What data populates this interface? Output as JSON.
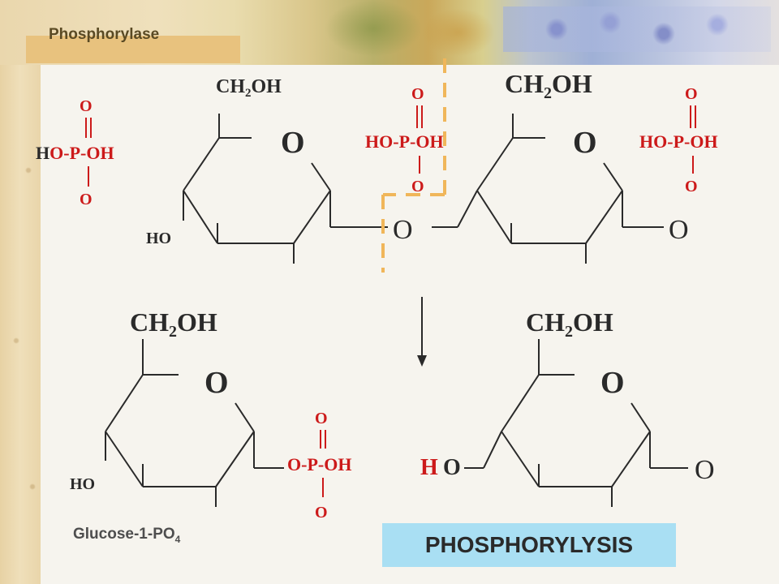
{
  "title": "Phosphorylase",
  "caption": {
    "text": "Glucose-1-PO",
    "subscript": "4"
  },
  "label": "PHOSPHORYLYSIS",
  "colors": {
    "phosphate": "#cc1a1a",
    "structure": "#2a2a2a",
    "cleavage_line": "#f0b65a",
    "label_bg": "#a9dff3"
  },
  "chem": {
    "ch2oh": "CH",
    "ch2oh_sub": "2",
    "ch2oh_end": "OH",
    "ring_o": "O",
    "ho": "HO",
    "link_o": "O",
    "phosphate_top": "O",
    "phosphate_mid_h": "H",
    "phosphate_mid": "O-P-OH",
    "phosphate_bottom": "O",
    "hydroxyl_h": "H",
    "hydroxyl_o": "O"
  }
}
